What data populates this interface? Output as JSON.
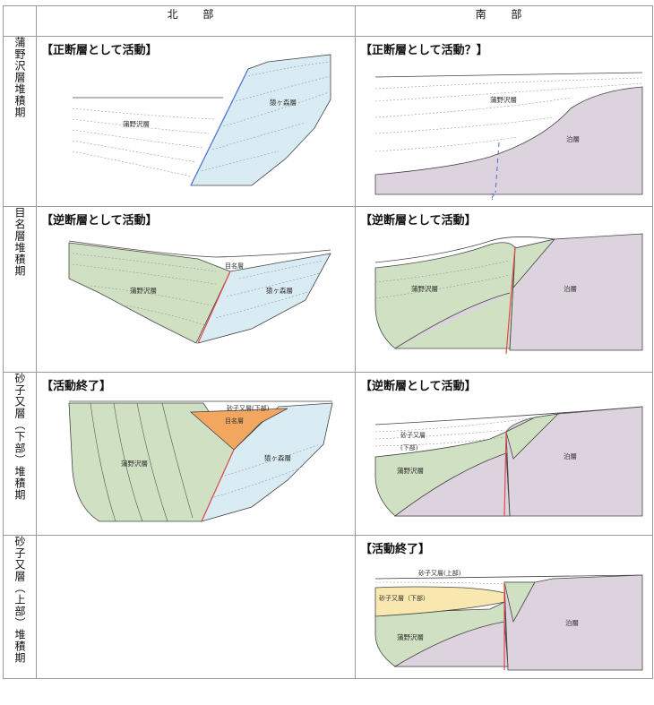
{
  "header": {
    "north": "北 部",
    "south": "南 部"
  },
  "rows": [
    {
      "label": "蒲野沢層堆積期",
      "north_title": "【正断層として活動】",
      "south_title": "【正断層として活動？】"
    },
    {
      "label": "目名層堆積期",
      "north_title": "【逆断層として活動】",
      "south_title": "【逆断層として活動】"
    },
    {
      "label": "砂子又層（下部）堆積期",
      "north_title": "【活動終了】",
      "south_title": "【逆断層として活動】"
    },
    {
      "label": "砂子又層（上部）堆積期",
      "north_title": "",
      "south_title": "【活動終了】"
    }
  ],
  "layers": {
    "kamanosawa": "蒲野沢層",
    "sarugamori": "猿ヶ森層",
    "tomari": "泊層",
    "meina": "目名層",
    "sunakomata_lower": "砂子又層(下部)",
    "sunakomata": "砂子又層",
    "lower_paren": "(下部)",
    "sunakomata_upper": "砂子又層(上部)",
    "sunakomata_lower_spaced": "砂子又層（下部）",
    "question": "?"
  },
  "colors": {
    "green": "#cfe1c2",
    "blue": "#d9ecf3",
    "purple": "#ddd3df",
    "orange": "#f3a660",
    "yellow": "#f8e7ae",
    "fault_red": "#e24a4a",
    "fault_blue": "#4a6fd0"
  }
}
